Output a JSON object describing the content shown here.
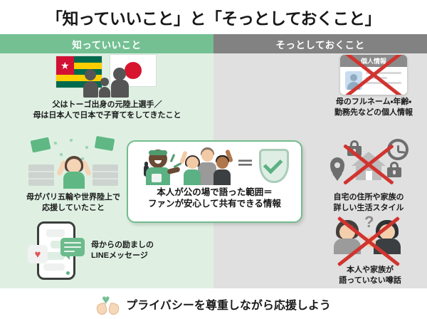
{
  "title": "「知っていいこと」と「そっとしておくこと」",
  "columns": {
    "good_header": "知っていいこと",
    "bad_header": "そっとしておくこと"
  },
  "colors": {
    "good_header_bg": "#74c093",
    "bad_header_bg": "#828282",
    "good_panel_bg": "#dff0e3",
    "bad_panel_bg": "#e0e0e0",
    "accent_green": "#5bb183",
    "warning_red": "#d1342f",
    "callout_border": "#72bd8e"
  },
  "good_items": [
    {
      "icon": "togo-japan-flags-family-icon",
      "caption": "父はトーゴ出身の元陸上選手／\n母は日本人で日本で子育てをしてきたこと"
    },
    {
      "icon": "cheering-fan-flags-stadium-icon",
      "caption": "母がパリ五輪や世界陸上で\n応援していたこと"
    },
    {
      "icon": "smartphone-line-message-heart-icon",
      "caption": "母からの励ましの\nLINEメッセージ"
    }
  ],
  "bad_items": [
    {
      "icon": "id-card-crossed-out-icon",
      "card_label": "個人情報",
      "caption": "母のフルネーム・年齢・\n勤務先などの個人情報"
    },
    {
      "icon": "house-location-lock-clock-crossed-out-icon",
      "caption": "自宅の住所や家族の\n詳しい生活スタイル"
    },
    {
      "icon": "gossip-whisper-question-crossed-out-icon",
      "caption": "本人や家族が\n語っていない噂話"
    }
  ],
  "callout": {
    "icon": "athlete-speaking-fans-shield-check-icon",
    "equals": "＝",
    "caption": "本人が公の場で語った範囲＝\nファンが安心して共有できる情報"
  },
  "footer": {
    "icon": "hands-holding-heart-icon",
    "text": "プライバシーを尊重しながら応援しよう"
  }
}
